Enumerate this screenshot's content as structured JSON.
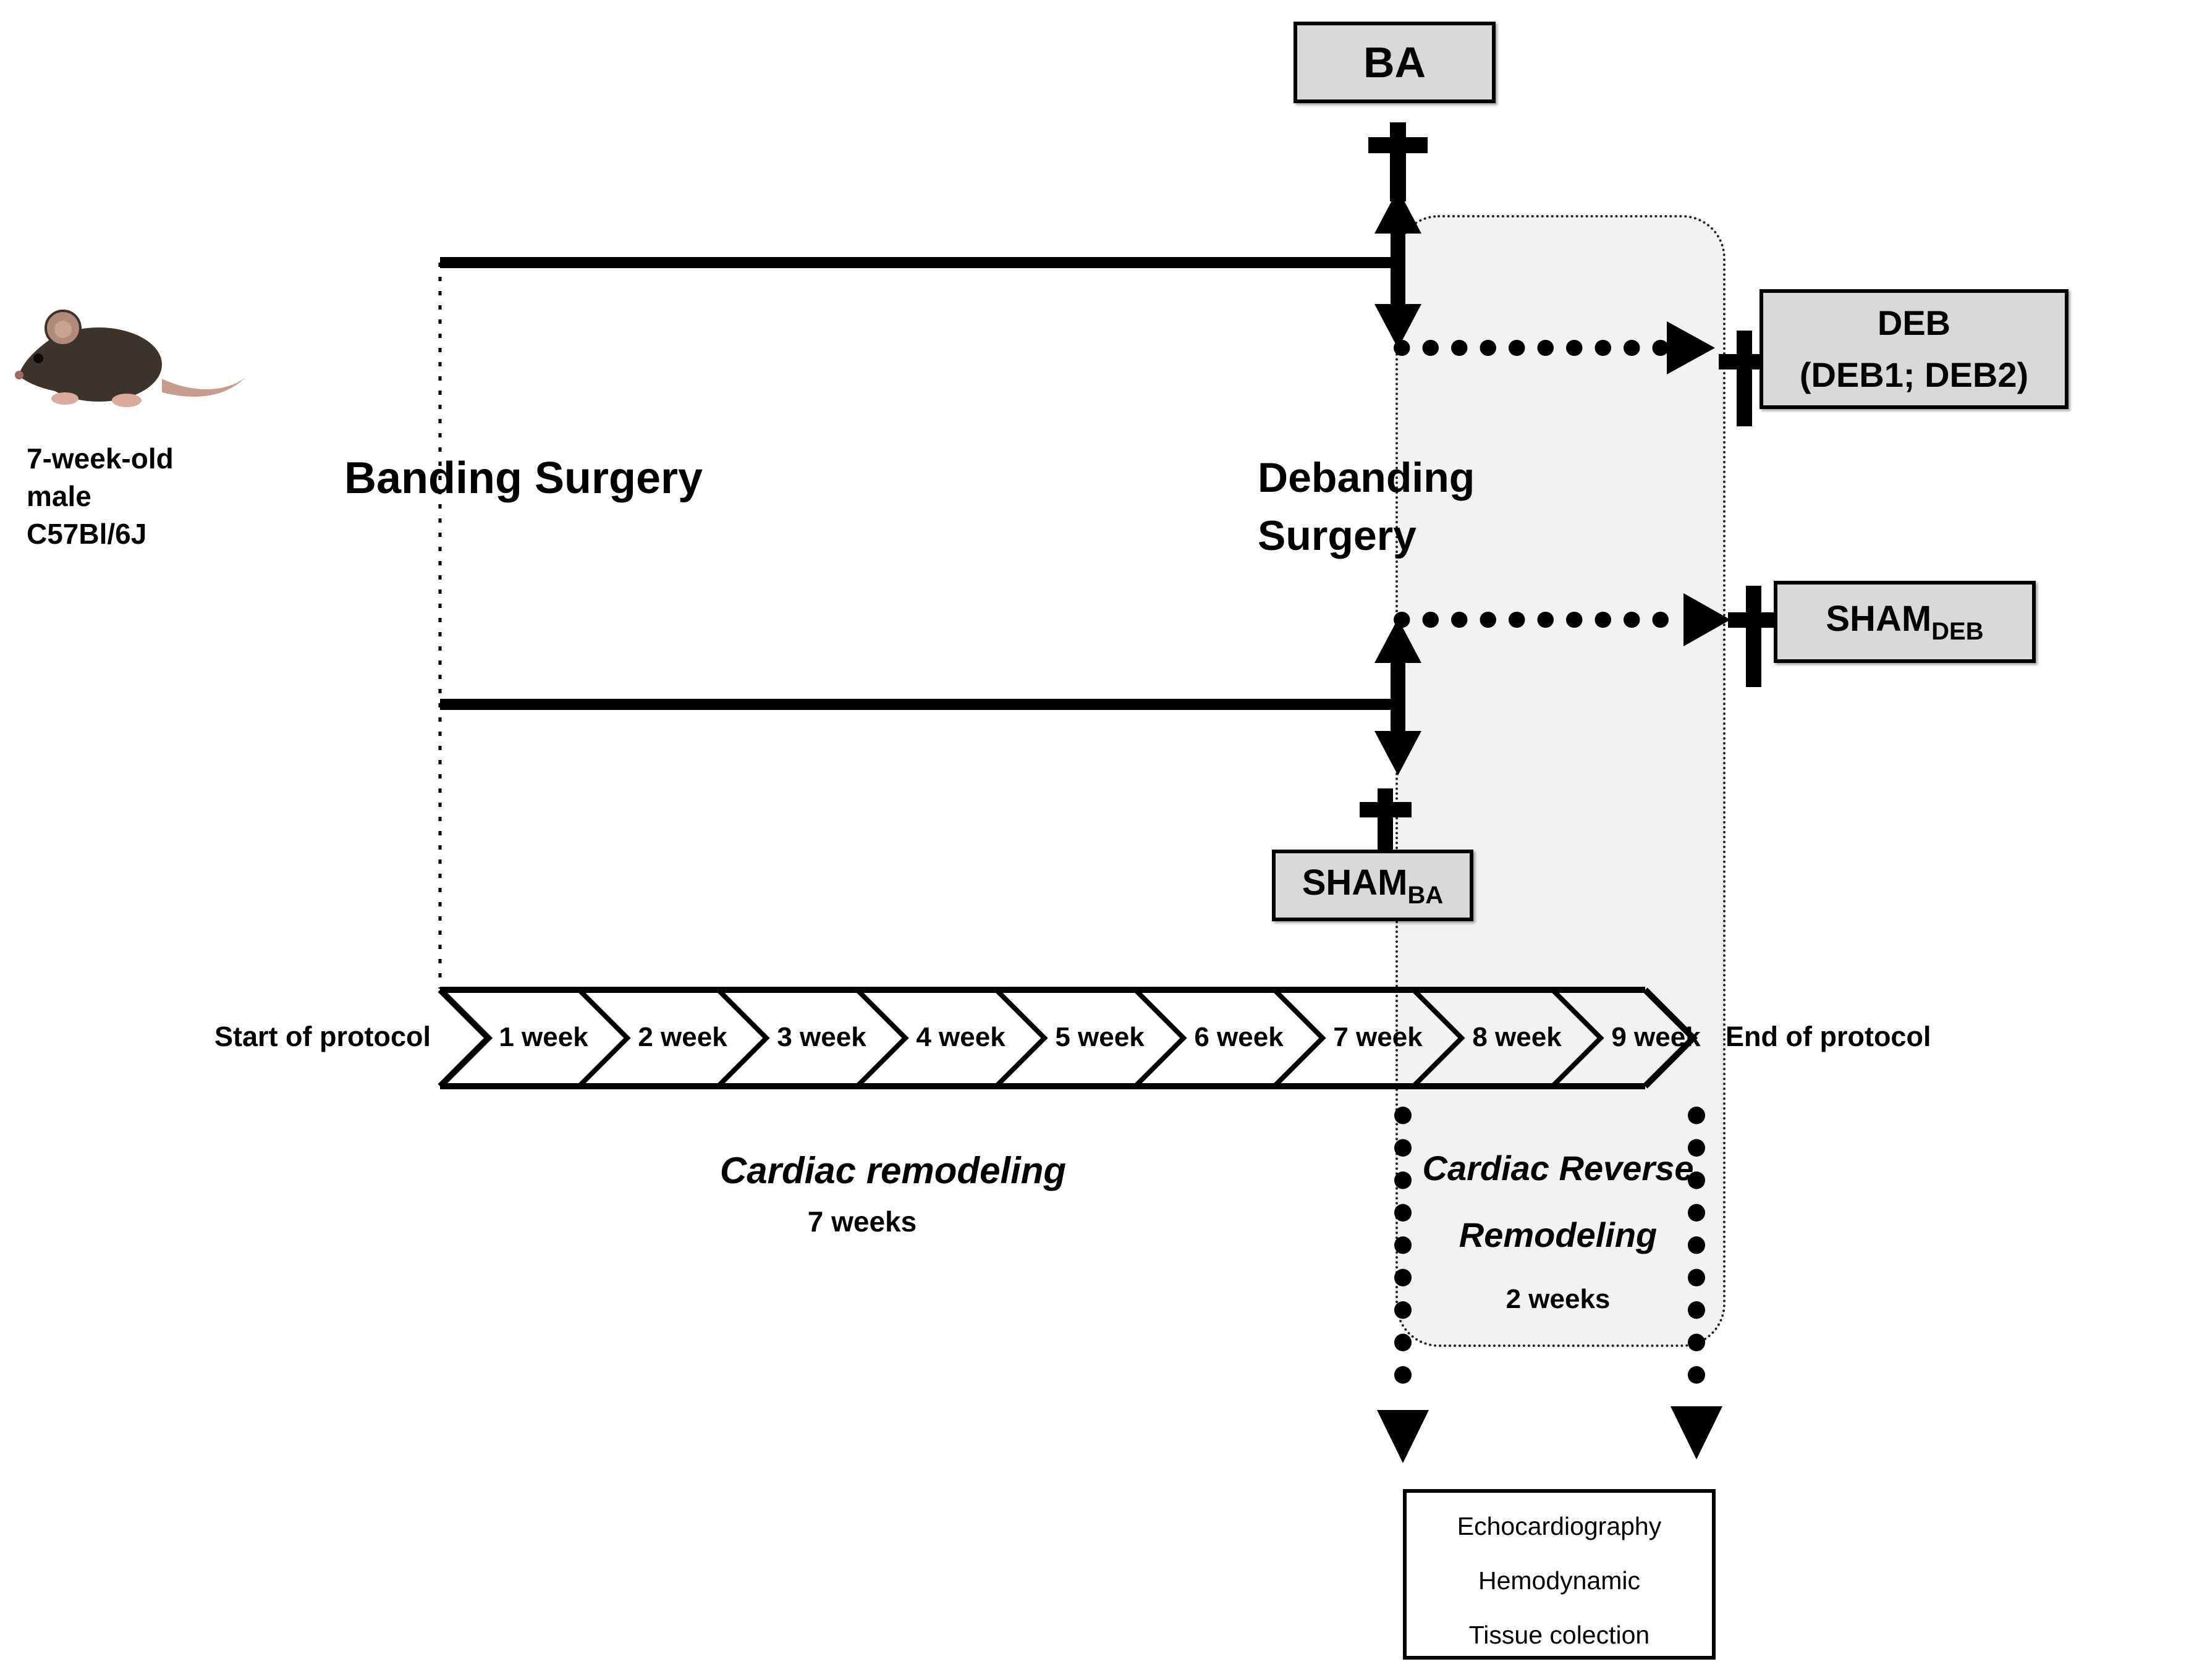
{
  "subject": {
    "age_line": "7-week-old",
    "sex_line": "male",
    "strain_line": "C57Bl/6J"
  },
  "surgeries": {
    "banding": "Banding Surgery",
    "debanding_line1": "Debanding",
    "debanding_line2": "Surgery"
  },
  "group_boxes": {
    "ba": "BA",
    "deb_line1": "DEB",
    "deb_line2": "(DEB1; DEB2)",
    "sham_deb_base": "SHAM",
    "sham_deb_sub": "DEB",
    "sham_ba_base": "SHAM",
    "sham_ba_sub": "BA"
  },
  "timeline": {
    "start_label": "Start of protocol",
    "end_label": "End of protocol",
    "weeks": [
      "1 week",
      "2 week",
      "3 week",
      "4 week",
      "5 week",
      "6 week",
      "7 week",
      "8 week",
      "9 week"
    ]
  },
  "phases": {
    "remodeling": {
      "title": "Cardiac remodeling",
      "duration": "7 weeks"
    },
    "reverse_remodeling": {
      "title_line1": "Cardiac Reverse",
      "title_line2": "Remodeling",
      "duration": "2 weeks"
    }
  },
  "endpoint_box": {
    "line1": "Echocardiography",
    "line2": "Hemodynamic",
    "line3": "Tissue colection"
  },
  "icons": {
    "mouse": "mouse-icon",
    "dagger": "dagger-sacrifice-icon"
  },
  "colors": {
    "ink": "#000000",
    "group_box_fill": "#d9d9d9",
    "region_fill": "#f1f1f1",
    "page_bg": "#ffffff"
  }
}
